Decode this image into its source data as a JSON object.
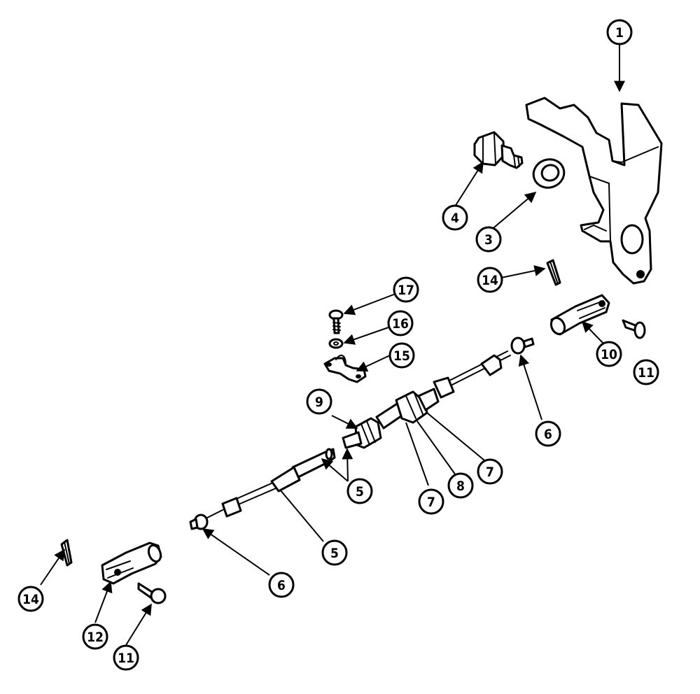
{
  "colors": {
    "ink": "#000000",
    "paper": "#ffffff"
  },
  "callouts": [
    {
      "id": "c1",
      "label": "1"
    },
    {
      "id": "c4",
      "label": "4"
    },
    {
      "id": "c3",
      "label": "3"
    },
    {
      "id": "c14a",
      "label": "14"
    },
    {
      "id": "c17",
      "label": "17"
    },
    {
      "id": "c16",
      "label": "16"
    },
    {
      "id": "c15",
      "label": "15"
    },
    {
      "id": "c10",
      "label": "10"
    },
    {
      "id": "c11a",
      "label": "11"
    },
    {
      "id": "c9",
      "label": "9"
    },
    {
      "id": "c6a",
      "label": "6"
    },
    {
      "id": "c5a",
      "label": "5"
    },
    {
      "id": "c7a",
      "label": "7"
    },
    {
      "id": "c8",
      "label": "8"
    },
    {
      "id": "c7b",
      "label": "7"
    },
    {
      "id": "c5b",
      "label": "5"
    },
    {
      "id": "c6b",
      "label": "6"
    },
    {
      "id": "c14b",
      "label": "14"
    },
    {
      "id": "c12",
      "label": "12"
    },
    {
      "id": "c11b",
      "label": "11"
    }
  ]
}
